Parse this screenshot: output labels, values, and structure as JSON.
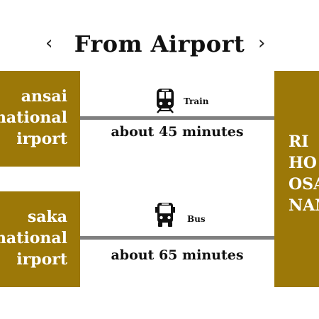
{
  "header": {
    "title": "From Airport",
    "prev_arrow": "‹",
    "next_arrow": "›"
  },
  "origins": [
    {
      "lines": [
        "ansai",
        "national",
        "irport"
      ]
    },
    {
      "lines": [
        "saka",
        "national",
        "irport"
      ]
    }
  ],
  "destination": {
    "lines": [
      "RI",
      "HO",
      "OSA",
      "NAM"
    ]
  },
  "routes": [
    {
      "mode": "Train",
      "icon": "train-icon",
      "duration": "about 45 minutes"
    },
    {
      "mode": "Bus",
      "icon": "bus-icon",
      "duration": "about 65 minutes"
    }
  ],
  "colors": {
    "box_fill": "#9c7808",
    "box_text": "#ffffff",
    "route_line": "#808080",
    "text": "#111111"
  }
}
